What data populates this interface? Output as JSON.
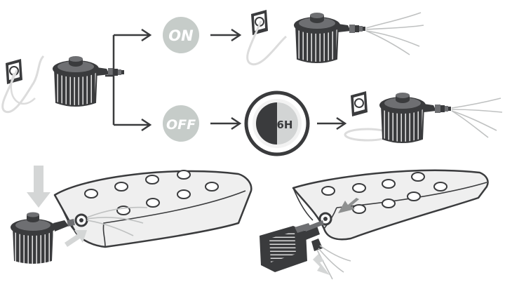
{
  "labels": {
    "on": "ON",
    "off": "OFF",
    "timer": "6H"
  },
  "colors": {
    "dark": "#3a3b3d",
    "mid": "#6e6f72",
    "light": "#cfd1d1",
    "badge": "#c6ccc9",
    "line": "#3a3b3d",
    "cord": "#dcdcdc",
    "mattress": "#efefef"
  },
  "icons": {
    "pump": "air-pump-icon",
    "socket": "wall-socket-icon",
    "timer": "timer-knob-icon",
    "arrow": "arrow-right-icon",
    "mattress": "air-mattress-icon"
  }
}
